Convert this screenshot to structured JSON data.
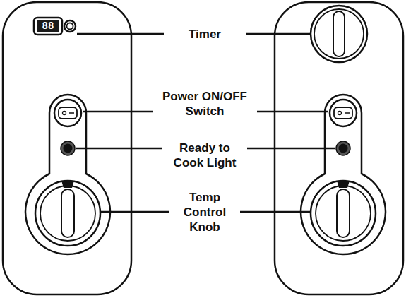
{
  "diagram": {
    "labels": [
      "88",
      "Timer",
      "Power ON/OFF Switch",
      "Ready to Cook Light",
      "Temp Control Knob"
    ]
  }
}
